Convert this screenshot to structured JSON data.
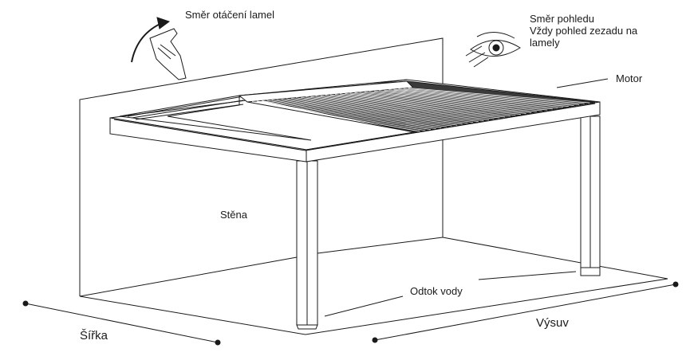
{
  "labels": {
    "rotation_direction": "Směr otáčení lamel",
    "view_direction": [
      "Směr pohledu",
      "Vždy pohled zezadu na",
      "lamely"
    ],
    "motor": "Motor",
    "wall": "Stěna",
    "water_drain": "Odtok vody",
    "width": "Šířka",
    "projection": "Výsuv"
  },
  "icons": [
    "rotation-arrow-icon",
    "louvre-profile-icon",
    "eye-icon"
  ],
  "colors": {
    "line": "#1a1a1a",
    "louvre": "#3a3a3a",
    "background": "#ffffff"
  }
}
